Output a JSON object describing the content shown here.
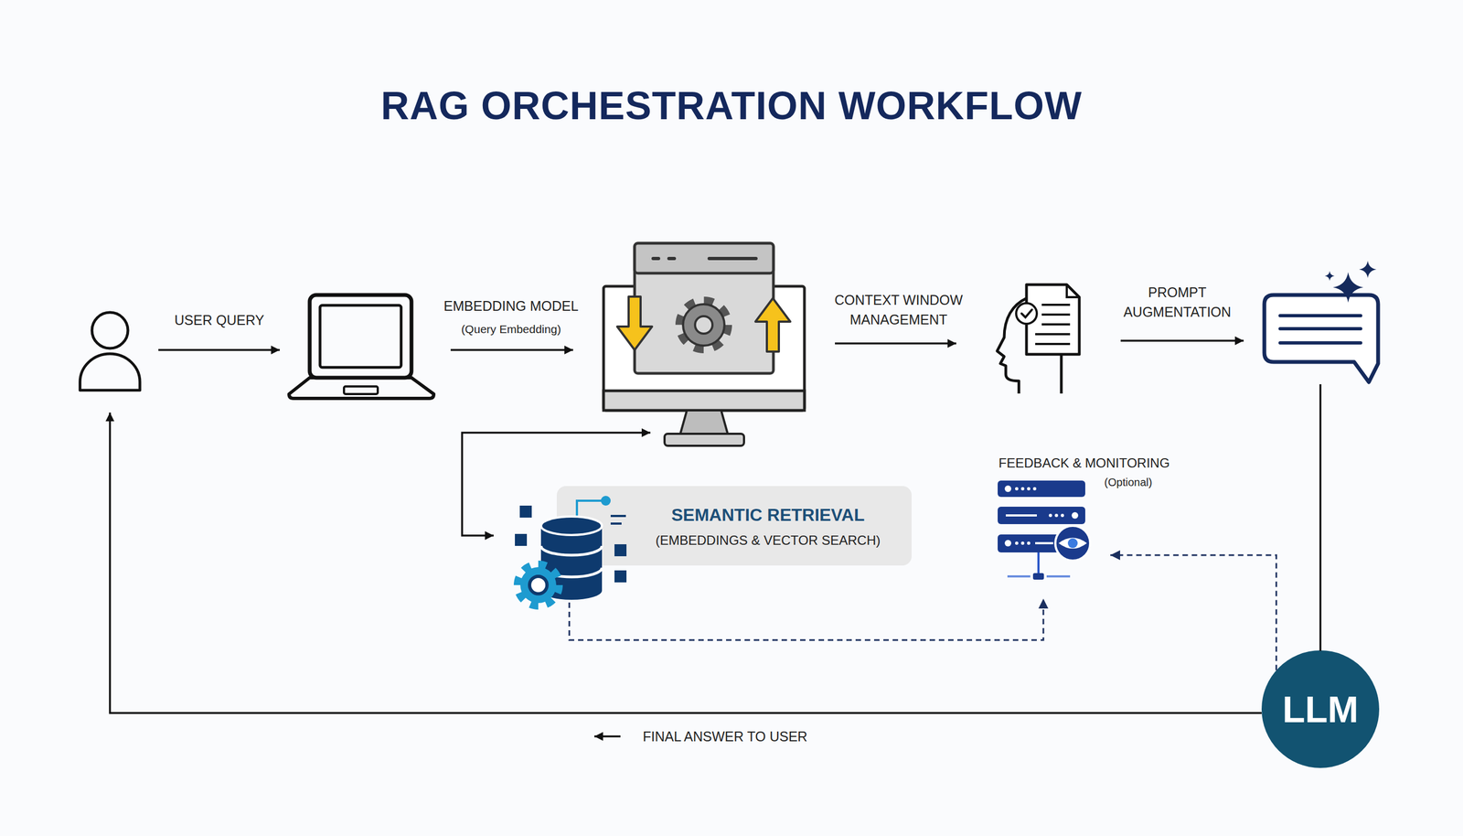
{
  "diagram": {
    "title": "RAG ORCHESTRATION WORKFLOW",
    "nodes": [
      {
        "text": [
          "SEMANTIC RETRIEVAL",
          "(EMBEDDINGS & VECTOR SEARCH)"
        ]
      },
      {
        "text": [
          "FEEDBACK & MONITORING",
          "(Optional)"
        ]
      },
      {
        "text": [
          "LLM"
        ]
      }
    ],
    "edges": [
      {
        "from": 0,
        "to": 1,
        "arrow": "to"
      },
      {
        "from": 2,
        "to": 1,
        "arrow": "to"
      }
    ],
    "labels": [
      "USER QUERY",
      "EMBEDDING MODEL",
      "(Query Embedding)",
      "CONTEXT WINDOW MANAGEMENT",
      "PROMPT AUGMENTATION",
      "FINAL ANSWER TO USER"
    ]
  }
}
